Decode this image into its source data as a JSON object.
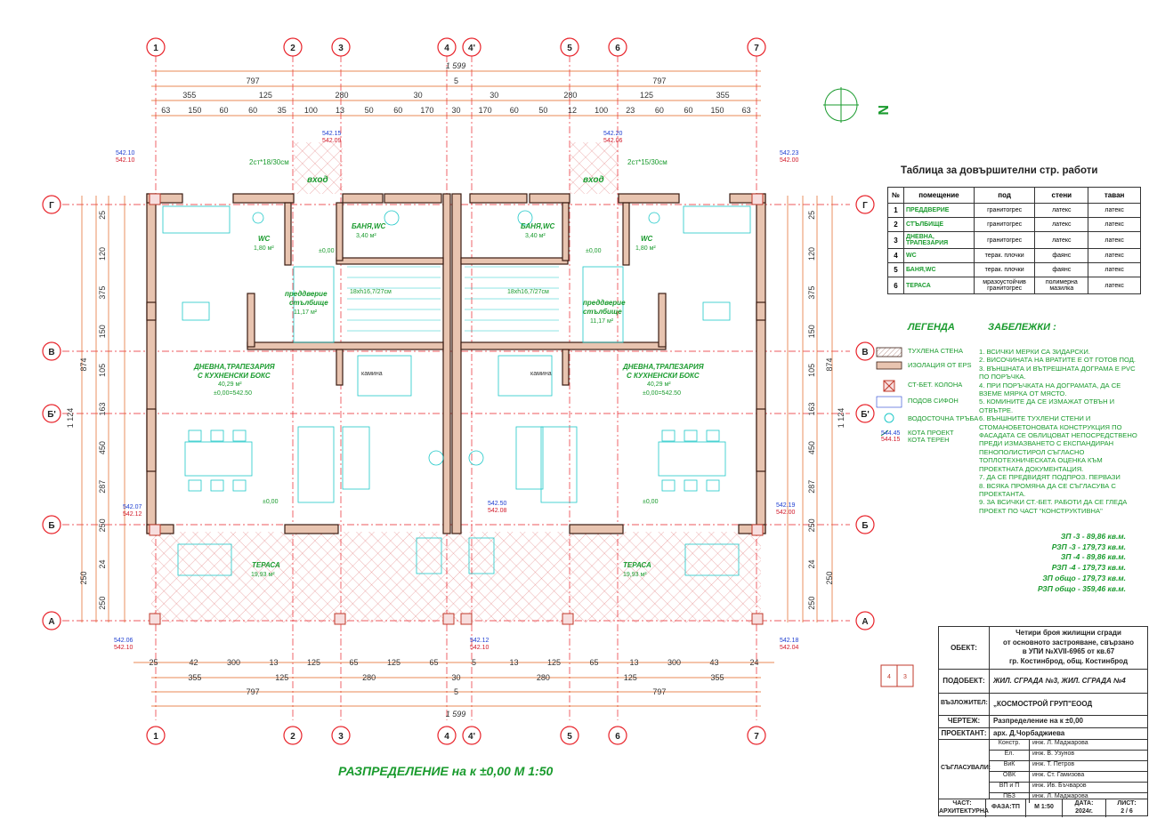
{
  "axes_vertical": [
    "1",
    "2",
    "3",
    "4",
    "4'",
    "5",
    "6",
    "7"
  ],
  "axes_horizontal": [
    "Г",
    "В",
    "Б'",
    "Б",
    "А"
  ],
  "dims_top_total": "1 599",
  "dims_top_half": [
    "797",
    "5",
    "797"
  ],
  "dims_top_row2": [
    "355",
    "125",
    "280",
    "30",
    "30",
    "280",
    "125",
    "355"
  ],
  "dims_top_row3": [
    "63",
    "150",
    "60",
    "60",
    "35",
    "100",
    "13",
    "50",
    "60",
    "170",
    "30",
    "170",
    "60",
    "50",
    "12",
    "100",
    "23",
    "60",
    "60",
    "150",
    "63"
  ],
  "dims_bottom_row1": [
    "25",
    "42",
    "300",
    "13",
    "125",
    "65",
    "125",
    "65",
    "5",
    "13",
    "125",
    "65",
    "13",
    "300",
    "43",
    "24"
  ],
  "dims_bottom_row2": [
    "355",
    "125",
    "280",
    "30",
    "280",
    "125",
    "355"
  ],
  "dims_bottom_half": [
    "797",
    "5",
    "797"
  ],
  "dims_bottom_total": "1 599",
  "dims_left": [
    "25",
    "120",
    "375",
    "150",
    "105",
    "163",
    "450",
    "287",
    "250",
    "24",
    "250"
  ],
  "dims_left_total": [
    "874",
    "1 124",
    "250"
  ],
  "north_label": "N",
  "rooms": {
    "entry_left": "вход",
    "entry_right": "вход",
    "stair_note_left": "2ст*18/30см",
    "stair_note_right": "2ст*15/30см",
    "wc_left": "WC",
    "wc_left_area": "1,80 м²",
    "wc_right": "WC",
    "wc_right_area": "1,80 м²",
    "bath_left": "БАНЯ,WC",
    "bath_left_area": "3,40 м²",
    "bath_right": "БАНЯ,WC",
    "bath_right_area": "3,40 м²",
    "hall_left_1": "преддверие",
    "hall_left_2": "стълбище",
    "hall_left_area": "11,17 м²",
    "hall_right_1": "преддверие",
    "hall_right_2": "стълбище",
    "hall_right_area": "11,17 м²",
    "stairs_left": "18хh16,7/27см",
    "stairs_right": "18хh16,7/27см",
    "living_left_1": "ДНЕВНА,ТРАПЕЗАРИЯ",
    "living_left_2": "С КУХНЕНСКИ БОКС",
    "living_left_area": "40,29 м²",
    "living_left_level": "±0,00=542.50",
    "living_right_1": "ДНЕВНА,ТРАПЕЗАРИЯ",
    "living_right_2": "С КУХНЕНСКИ БОКС",
    "living_right_area": "40,29 м²",
    "living_right_level": "±0,00=542.50",
    "fireplace_left": "камина",
    "fireplace_right": "камина",
    "terrace_left": "ТЕРАСА",
    "terrace_left_area": "19,93 м²",
    "terrace_right": "ТЕРАСА",
    "terrace_right_area": "19,93 м²",
    "level_zero": "±0,00"
  },
  "elevations": {
    "tl_proj": "542.10",
    "tl_terr": "542.10",
    "t2_proj": "542.15",
    "t2_terr": "542.09",
    "t3_proj": "542.20",
    "t3_terr": "542.06",
    "tr_proj": "542.23",
    "tr_terr": "542.00",
    "ml_proj": "542.07",
    "ml_terr": "542.12",
    "mc_proj": "542.50",
    "mc_terr": "542.08",
    "mr_proj": "542.19",
    "mr_terr": "542.00",
    "bl_proj": "542.06",
    "bl_terr": "542.10",
    "bc_proj": "542.12",
    "bc_terr": "542.10",
    "br_proj": "542.18",
    "br_terr": "542.04"
  },
  "finish_table": {
    "title": "Таблица за довършителни стр. работи",
    "headers": [
      "№",
      "помещение",
      "под",
      "стени",
      "таван"
    ],
    "rows": [
      [
        "1",
        "ПРЕДДВЕРИЕ",
        "гранитогрес",
        "латекс",
        "латекс"
      ],
      [
        "2",
        "СТЪЛБИЩЕ",
        "гранитогрес",
        "латекс",
        "латекс"
      ],
      [
        "3",
        "ДНЕВНА, ТРАПЕЗАРИЯ",
        "гранитогрес",
        "латекс",
        "латекс"
      ],
      [
        "4",
        "WC",
        "терак. плочки",
        "фаянс",
        "латекс"
      ],
      [
        "5",
        "БАНЯ,WC",
        "терак. плочки",
        "фаянс",
        "латекс"
      ],
      [
        "6",
        "ТЕРАСА",
        "мразоустойчив гранитогрес",
        "полимерна мазилка",
        "латекс"
      ]
    ]
  },
  "legend": {
    "title": "ЛЕГЕНДА",
    "items": [
      "ТУХЛЕНА СТЕНА",
      "ИЗОЛАЦИЯ ОТ EPS",
      "СТ-БЕТ. КОЛОНА",
      "ПОДОВ СИФОН",
      "ВОДОСТОЧНА ТРЪБА",
      "КОТА ПРОЕКТ",
      "КОТА ТЕРЕН"
    ],
    "sample_proj": "544.45",
    "sample_terr": "544.15"
  },
  "notes": {
    "title": "ЗАБЕЛЕЖКИ :",
    "lines": [
      "1. ВСИЧКИ МЕРКИ СА ЗИДАРСКИ.",
      "2. ВИСОЧИНАТА НА ВРАТИТЕ Е ОТ ГОТОВ ПОД.",
      "3. ВЪНШНАТА И ВЪТРЕШНАТА ДОГРАМА Е PVC",
      "ПО ПОРЪЧКА.",
      "4. ПРИ ПОРЪЧКАТА НА ДОГРАМАТА, ДА СЕ",
      "ВЗЕМЕ МЯРКА ОТ МЯСТО.",
      "5. КОМИНИТЕ ДА СЕ ИЗМАЖАТ ОТВЪН И",
      "ОТВЪТРЕ.",
      "6. ВЪНШНИТЕ ТУХЛЕНИ СТЕНИ И",
      "СТОМАНОБЕТОНОВАТА КОНСТРУКЦИЯ ПО",
      "ФАСАДАТА СЕ ОБЛИЦОВАТ НЕПОСРЕДСТВЕНО",
      "ПРЕДИ ИЗМАЗВАНЕТО С ЕКСПАНДИРАН",
      "ПЕНОПОЛИСТИРОЛ СЪГЛАСНО",
      "ТОПЛОТЕХНИЧЕСКАТА ОЦЕНКА КЪМ",
      "ПРОЕКТНАТА ДОКУМЕНТАЦИЯ.",
      "7. ДА СЕ ПРЕДВИДЯТ ПОДПРОЗ. ПЕРВАЗИ",
      "8. ВСЯКА ПРОМЯНА ДА СЕ СЪГЛАСУВА С",
      "ПРОЕКТАНТА.",
      "9. ЗА ВСИЧКИ СТ.-БЕТ. РАБОТИ ДА СЕ ГЛЕДА",
      "ПРОЕКТ ПО ЧАСТ \"КОНСТРУКТИВНА\""
    ]
  },
  "areas": [
    "ЗП -3 -  89,86 кв.м.",
    "РЗП -3 -  179,73 кв.м.",
    "ЗП -4 -  89,86 кв.м.",
    "РЗП -4 -  179,73 кв.м.",
    "ЗП общо - 179,73 кв.м.",
    "РЗП общо - 359,46 кв.м."
  ],
  "title_block": {
    "obekt_label": "ОБЕКТ:",
    "obekt_lines": [
      "Четири броя жилищни сгради",
      "от основното застрояване, свързано",
      "в УПИ №XVII-6965 от кв.67",
      "гр. Костинброд, общ. Костинброд"
    ],
    "podobekt_label": "ПОДОБЕКТ:",
    "podobekt": "ЖИЛ. СГРАДА №3, ЖИЛ. СГРАДА №4",
    "vazlozhitel_label": "ВЪЗЛОЖИТЕЛ:",
    "vazlozhitel": "„КОСМОСТРОЙ ГРУП\"ЕООД",
    "chertezh_label": "ЧЕРТЕЖ:",
    "chertezh": "Разпределение на к ±0,00",
    "proektant_label": "ПРОЕКТАНТ:",
    "proektant": "арх. Д.Чорбаджиева",
    "saglasuvali_label": "СЪГЛАСУВАЛИ:",
    "saglasuvali": [
      [
        "Констр.",
        "инж. Л. Маджарова"
      ],
      [
        "Ел.",
        "инж. В. Узунов"
      ],
      [
        "ВиК",
        "инж. Т. Петров"
      ],
      [
        "ОВК",
        "инж. Ст. Гамизова"
      ],
      [
        "ВП и П",
        "инж. Ив. Бъчваров"
      ],
      [
        "ПБЗ",
        "инж. Л. Маджарова"
      ]
    ],
    "chast_label": "ЧАСТ:",
    "chast": "АРХИТЕКТУРНА",
    "faza": "ФАЗА:ТП",
    "mashtab": "М 1:50",
    "data_label": "ДАТА:",
    "data": "2024г.",
    "list_label": "ЛИСТ:",
    "list": "2 / 6",
    "key_left": "4",
    "key_right": "3"
  },
  "drawing_title": "РАЗПРЕДЕЛЕНИЕ на к ±0,00    М 1:50",
  "colors": {
    "axis": "#e8232a",
    "dims": "#e2601d",
    "green": "#1a9b2e",
    "blue": "#1f3fd1",
    "wall": "#e8c4b0",
    "cyan": "#1fc8c8"
  }
}
